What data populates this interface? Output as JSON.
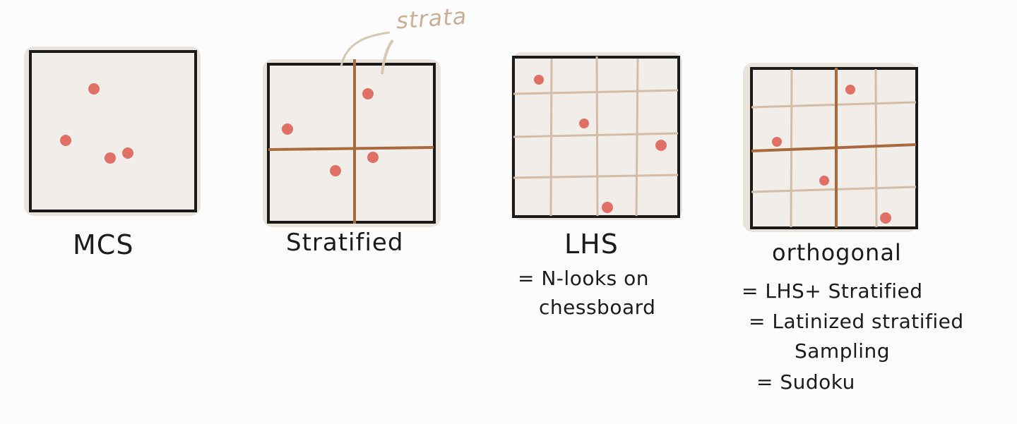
{
  "annotation": {
    "strata": "strata"
  },
  "panels": {
    "mcs": {
      "title": "MCS"
    },
    "stratified": {
      "title": "Stratified"
    },
    "lhs": {
      "title": "LHS",
      "notes": [
        "= N-looks on",
        "chessboard"
      ]
    },
    "orthogonal": {
      "title": "orthogonal",
      "notes": [
        "= LHS+ Stratified",
        "= Latinized stratified",
        "Sampling",
        "= Sudoku"
      ]
    }
  },
  "colors": {
    "panel_fill": "#f1eeea",
    "panel_shadow": "#e9e3dc",
    "border": "#1a1a1a",
    "strata_line": "#a86a3c",
    "fine_line": "#d4bca6",
    "dot": "#e07066",
    "annotation": "#c9ae94"
  },
  "icons": {
    "sample_point": "red-dot-icon"
  }
}
